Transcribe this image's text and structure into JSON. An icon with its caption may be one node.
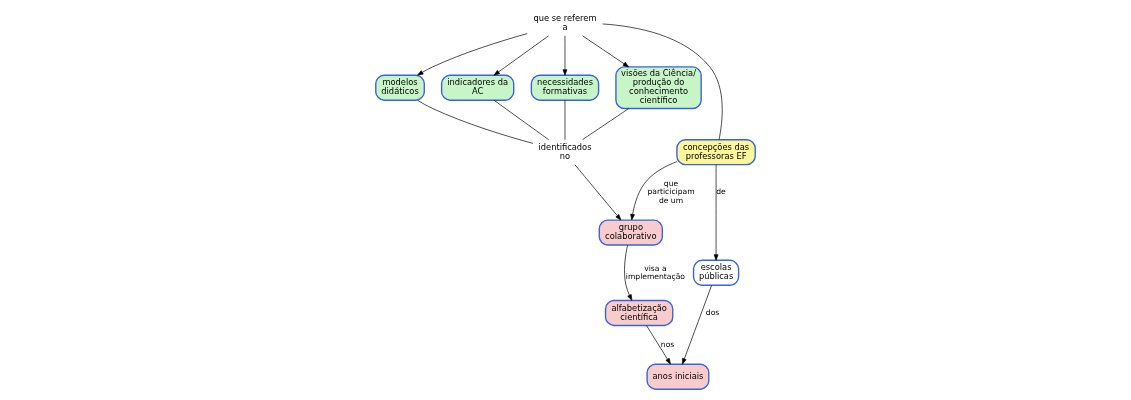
{
  "diagram": {
    "nodes": [
      {
        "text": [
          "que se referem a"
        ]
      },
      {
        "text": [
          "modelos didáticos"
        ]
      },
      {
        "text": [
          "indicadores da AC"
        ]
      },
      {
        "text": [
          "necessidades formativas"
        ]
      },
      {
        "text": [
          "visões da Ciência/ produção do conhecimento científico"
        ]
      },
      {
        "text": [
          "concepções das professoras EF"
        ]
      },
      {
        "text": [
          "escolas públicas"
        ]
      },
      {
        "text": [
          "anos iniciais"
        ]
      },
      {
        "text": [
          "identificados no"
        ]
      },
      {
        "text": [
          "grupo colaborativo"
        ]
      },
      {
        "text": [
          "alfabetização científica"
        ]
      }
    ],
    "edges": [
      {
        "from": 0,
        "to": 1,
        "arrow": "to"
      },
      {
        "from": 0,
        "to": 2,
        "arrow": "to"
      },
      {
        "from": 0,
        "to": 3,
        "arrow": "to"
      },
      {
        "from": 0,
        "to": 4,
        "arrow": "to"
      },
      {
        "from": 0,
        "to": 5,
        "arrow": "none"
      },
      {
        "from": 5,
        "to": 6,
        "label": "de",
        "arrow": "to"
      },
      {
        "from": 6,
        "to": 7,
        "label": "dos",
        "arrow": "to"
      },
      {
        "from": 1,
        "to": 8,
        "arrow": "none"
      },
      {
        "from": 2,
        "to": 8,
        "arrow": "none"
      },
      {
        "from": 3,
        "to": 8,
        "arrow": "none"
      },
      {
        "from": 4,
        "to": 8,
        "arrow": "none"
      },
      {
        "from": 8,
        "to": 9,
        "arrow": "to"
      },
      {
        "from": 5,
        "to": 9,
        "label": "que particicipam de um",
        "arrow": "to"
      },
      {
        "from": 9,
        "to": 10,
        "label": "visa a implementação",
        "arrow": "to"
      },
      {
        "from": 10,
        "to": 7,
        "label": "nos",
        "arrow": "to"
      }
    ]
  }
}
